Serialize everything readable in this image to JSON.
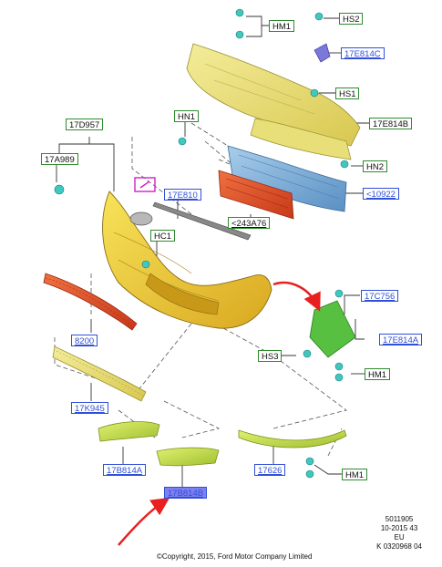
{
  "labels": {
    "hm1_top": "HM1",
    "hs2": "HS2",
    "p17e814c": "17E814C",
    "hs1": "HS1",
    "p17e814b_top": "17E814B",
    "hn1": "HN1",
    "hn2": "HN2",
    "p10922": "<10922",
    "p17d957": "17D957",
    "p17a989": "17A989",
    "p17e810": "17E810",
    "p243a76": "<243A76",
    "hc1": "HC1",
    "p17c756": "17C756",
    "p17e814a": "17E814A",
    "hs3": "HS3",
    "hm1_mid": "HM1",
    "p8200": "8200",
    "p17k945": "17K945",
    "p17b814a": "17B814A",
    "p17626": "17626",
    "hm1_bot": "HM1",
    "p17b814b": "17B814B"
  },
  "footer": {
    "copyright": "©Copyright, 2015, Ford Motor Company Limited",
    "meta": [
      "5011905",
      "10-2015 43",
      "EU",
      "K 0320968 04"
    ]
  },
  "colors": {
    "bumper_yellow": "#e8c92a",
    "beam_blue": "#7fb0d8",
    "grille_red": "#e8552a",
    "grille_yellow": "#e6e860",
    "trim_green": "#c8e060",
    "clip_teal": "#40c8c0",
    "bracket_green": "#58c040",
    "callout_red": "#e82020"
  }
}
